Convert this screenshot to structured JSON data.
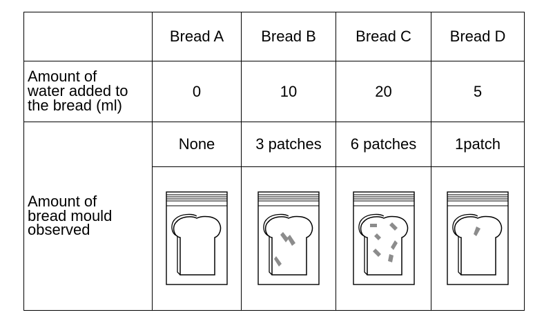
{
  "table": {
    "columns": [
      "Bread A",
      "Bread B",
      "Bread C",
      "Bread D"
    ],
    "water_label": "Amount of\nwater added to\nthe bread (ml)",
    "water_values": [
      "0",
      "10",
      "20",
      "5"
    ],
    "mould_label": "Amount of\nbread mould\nobserved",
    "mould_values": [
      "None",
      "3 patches",
      "6 patches",
      "1patch"
    ]
  },
  "images": [
    {
      "icon": "bread-bag-icon",
      "mould_patches": 0
    },
    {
      "icon": "bread-bag-icon",
      "mould_patches": 3
    },
    {
      "icon": "bread-bag-icon",
      "mould_patches": 6
    },
    {
      "icon": "bread-bag-icon",
      "mould_patches": 1
    }
  ],
  "colors": {
    "line": "#000000",
    "mould": "#8c8c8c",
    "bag": "#ffffff"
  }
}
